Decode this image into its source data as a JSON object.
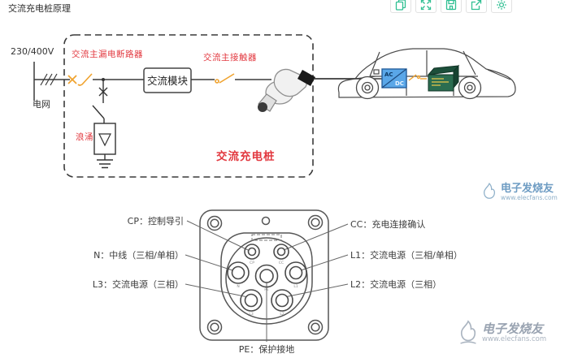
{
  "page": {
    "title": "交流充电桩原理"
  },
  "toolbar": {
    "icons": [
      "copy",
      "expand",
      "save",
      "export",
      "settings"
    ]
  },
  "circuit": {
    "voltage": "230/400V",
    "grid": "电网",
    "breaker": "交流主漏电断路器",
    "module": "交流模块",
    "contactor": "交流主接触器",
    "surge": "浪涌",
    "pile": "交流充电桩",
    "converter": {
      "ac": "AC",
      "dc": "DC"
    }
  },
  "connector": {
    "left": [
      {
        "label": "CP：控制导引"
      },
      {
        "label": "N：中线（三相/单相）"
      },
      {
        "label": "L3：交流电源（三相）"
      }
    ],
    "right": [
      {
        "label": "CC：充电连接确认"
      },
      {
        "label": "L1：交流电源（三相/单相）"
      },
      {
        "label": "L2：交流电源（三相）"
      }
    ],
    "pe": "PE：保护接地",
    "pins": [
      {
        "id": "CP"
      },
      {
        "id": "CC"
      },
      {
        "id": "N"
      },
      {
        "id": "PE"
      },
      {
        "id": "L1"
      },
      {
        "id": "L3"
      },
      {
        "id": "L2"
      }
    ]
  },
  "watermark": {
    "brand": "电子发烧友",
    "site": "www.elecfans.com"
  },
  "colors": {
    "accent_green": "#2fbf92",
    "label_red": "#e2383f",
    "switch_orange": "#f0a32f",
    "line_dark": "#3a3a3a",
    "acdc_blue": "#5aa7e8",
    "battery_green": "#2b6d50",
    "watermark_blue": "#6e9cc3"
  }
}
